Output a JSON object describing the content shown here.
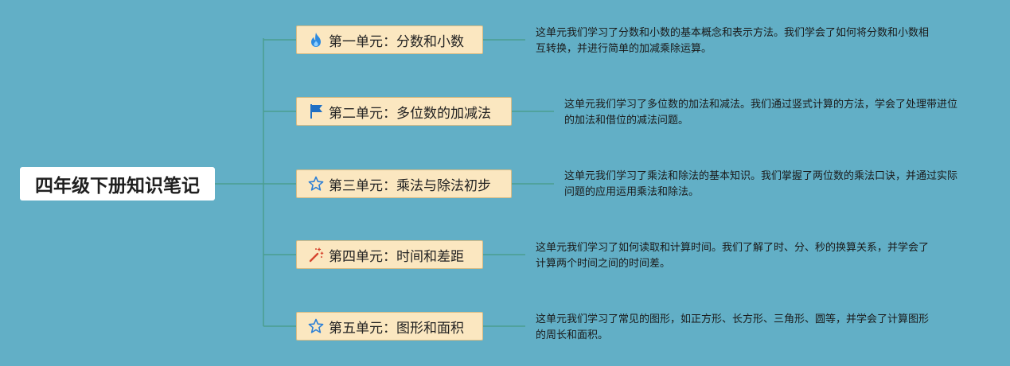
{
  "title": "四年级下册知识笔记",
  "colors": {
    "background": "#62afc6",
    "branch_fill": "#fbe7c0",
    "branch_border": "#d8bc85",
    "connector": "#4a9e8f"
  },
  "units": [
    {
      "label": "第一单元：分数和小数",
      "icon": "fire-icon",
      "note": "这单元我们学习了分数和小数的基本概念和表示方法。我们学会了如何将分数和小数相互转换，并进行简单的加减乘除运算。"
    },
    {
      "label": "第二单元：多位数的加减法",
      "icon": "flag-icon",
      "note": "这单元我们学习了多位数的加法和减法。我们通过竖式计算的方法，学会了处理带进位的加法和借位的减法问题。"
    },
    {
      "label": "第三单元：乘法与除法初步",
      "icon": "star-outline-icon",
      "note": "这单元我们学习了乘法和除法的基本知识。我们掌握了两位数的乘法口诀，并通过实际问题的应用运用乘法和除法。"
    },
    {
      "label": "第四单元：时间和差距",
      "icon": "magic-wand-icon",
      "note": "这单元我们学习了如何读取和计算时间。我们了解了时、分、秒的换算关系，并学会了计算两个时间之间的时间差。"
    },
    {
      "label": "第五单元：图形和面积",
      "icon": "star-outline-icon",
      "note": "这单元我们学习了常见的图形，如正方形、长方形、三角形、圆等，并学会了计算图形的周长和面积。"
    }
  ]
}
